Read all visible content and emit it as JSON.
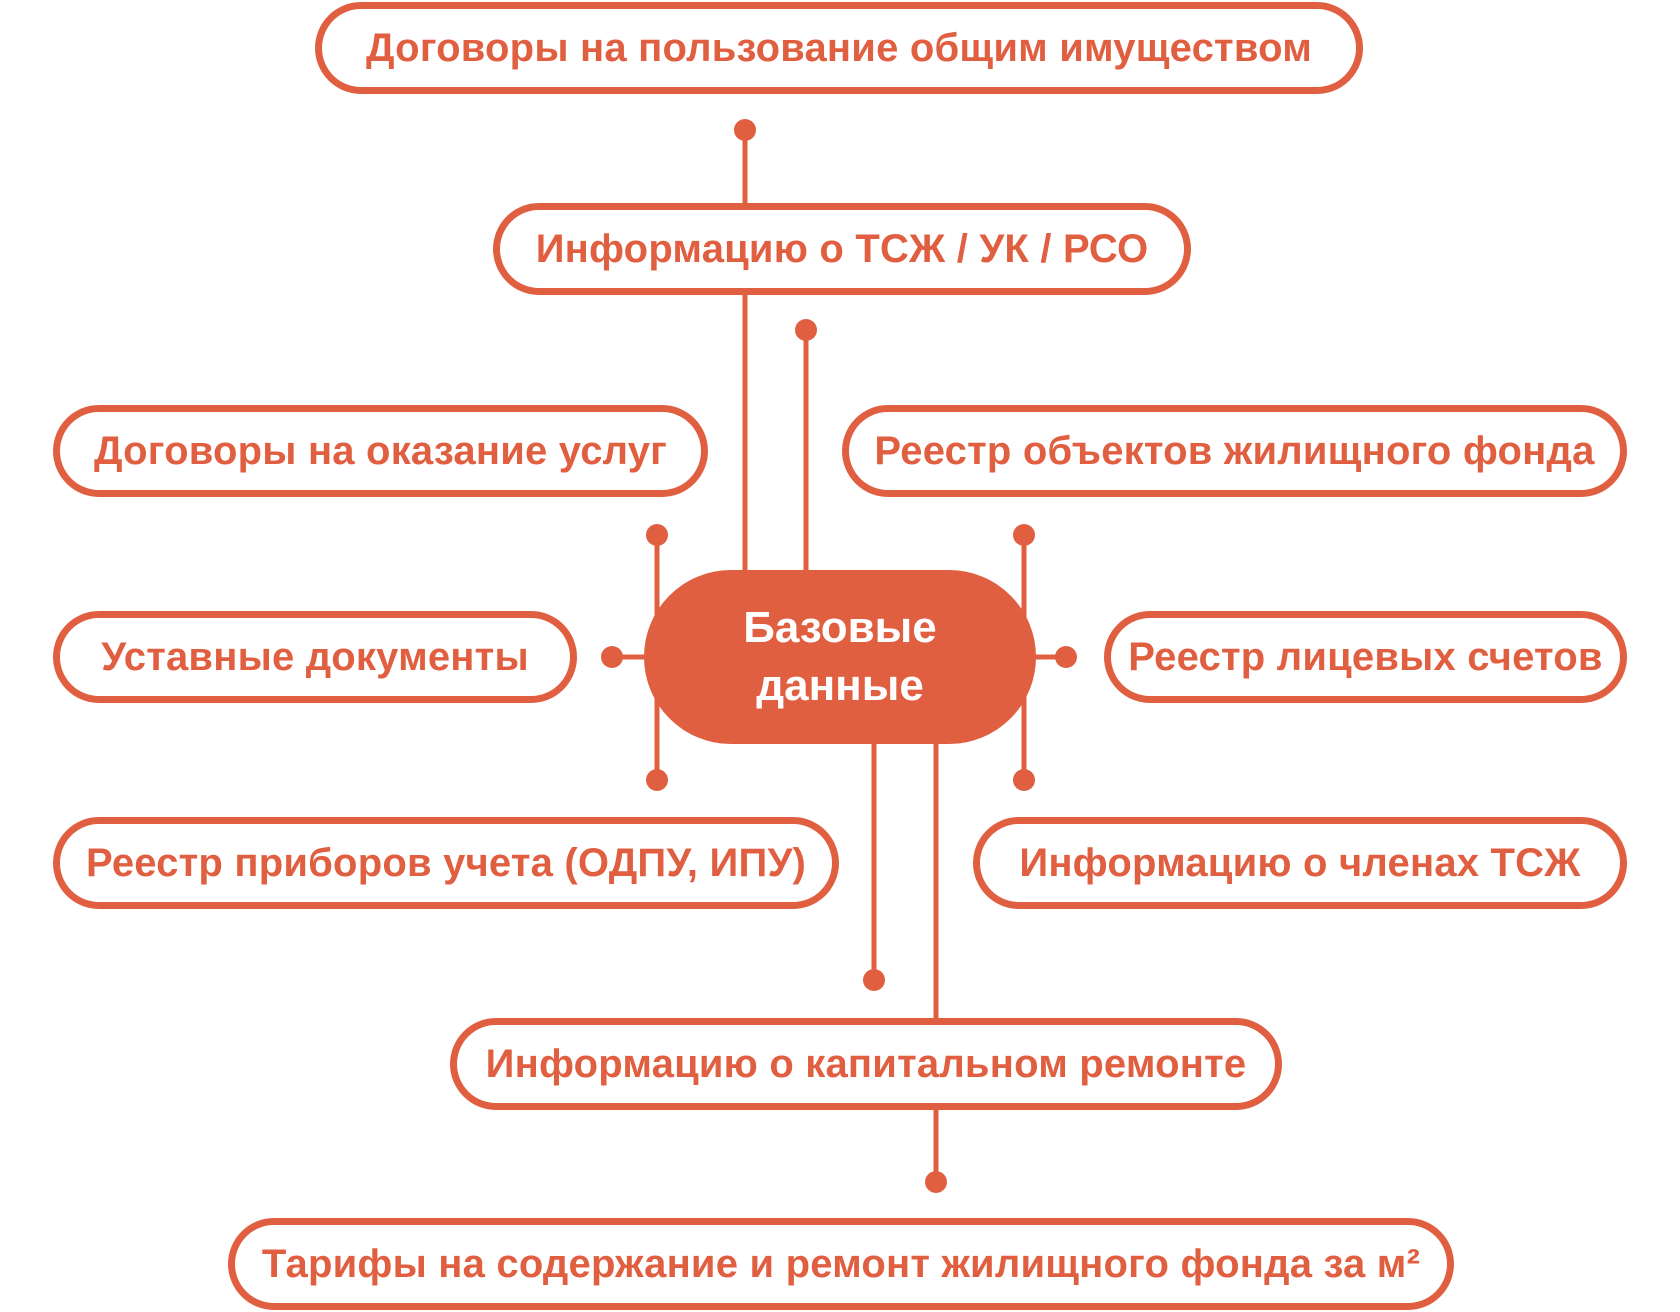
{
  "diagram": {
    "accent_color": "#e15f41",
    "center": {
      "line1": "Базовые",
      "line2": "данные"
    },
    "nodes": {
      "contracts_common_property": "Договоры на пользование общим имуществом",
      "info_hoa_mc_rso": "Информацию о ТСЖ / УК / РСО",
      "service_contracts": "Договоры на оказание услуг",
      "housing_registry": "Реестр объектов жилищного фонда",
      "charter_documents": "Уставные документы",
      "personal_accounts_registry": "Реестр лицевых счетов",
      "meters_registry": "Реестр приборов учета (ОДПУ, ИПУ)",
      "hoa_members_info": "Информацию о членах ТСЖ",
      "capital_repair_info": "Информацию о капитальном ремонте",
      "tariffs": "Тарифы на содержание и ремонт жилищного фонда за м²"
    }
  }
}
